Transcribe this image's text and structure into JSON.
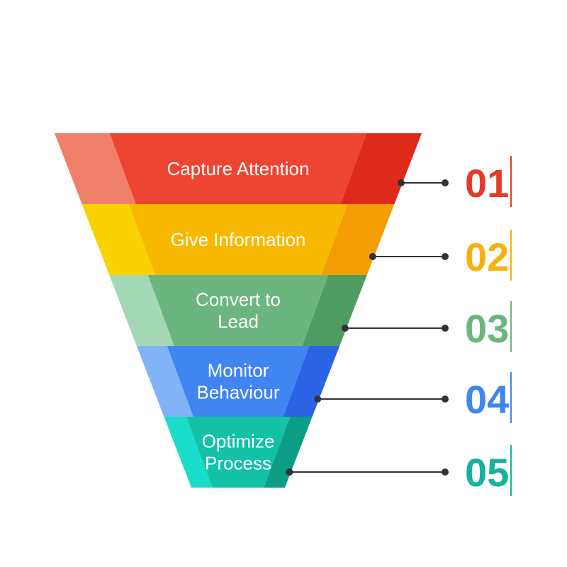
{
  "stages": [
    {
      "label_lines": [
        "Capture Attention"
      ],
      "number": "01",
      "colors": {
        "main": "#ee4533",
        "light": "#f1806a",
        "dark": "#de2a1b",
        "number": "#e53a28"
      }
    },
    {
      "label_lines": [
        "Give Information"
      ],
      "number": "02",
      "colors": {
        "main": "#f9b800",
        "light": "#fad200",
        "dark": "#f49d04",
        "number": "#f6b20c"
      }
    },
    {
      "label_lines": [
        "Convert to",
        "Lead"
      ],
      "number": "03",
      "colors": {
        "main": "#6bb67f",
        "light": "#a4d7b3",
        "dark": "#4f9c63",
        "number": "#6bb67f"
      }
    },
    {
      "label_lines": [
        "Monitor",
        "Behaviour"
      ],
      "number": "04",
      "colors": {
        "main": "#4185f1",
        "light": "#80b4f7",
        "dark": "#2c63e4",
        "number": "#4185f1"
      }
    },
    {
      "label_lines": [
        "Optimize",
        "Process"
      ],
      "number": "05",
      "colors": {
        "main": "#13c1a7",
        "light": "#19dcc9",
        "dark": "#0b9d86",
        "number": "#14b39a"
      }
    }
  ],
  "connector_color": "#333333"
}
